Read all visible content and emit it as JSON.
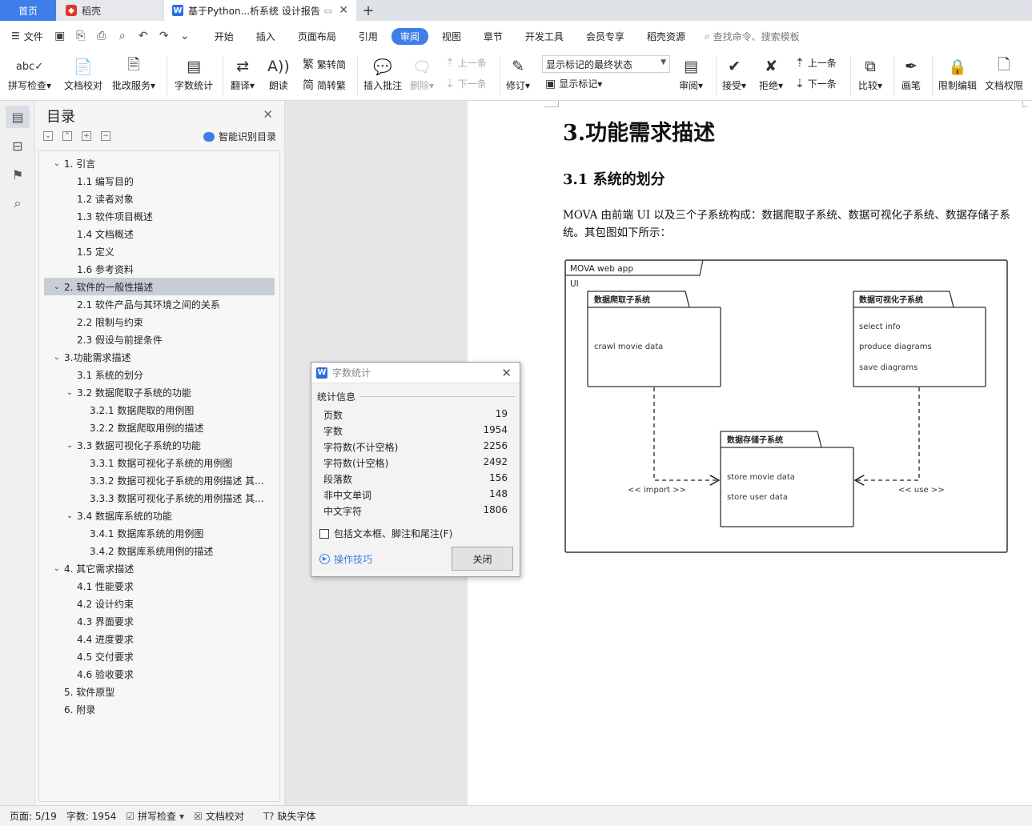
{
  "tabs": {
    "home": "首页",
    "dk": "稻壳",
    "doc": "基于Python...析系统 设计报告",
    "new": "+"
  },
  "menu": {
    "file": "文件",
    "items": [
      "开始",
      "插入",
      "页面布局",
      "引用",
      "审阅",
      "视图",
      "章节",
      "开发工具",
      "会员专享",
      "稻壳资源"
    ],
    "active": "审阅",
    "search": "查找命令、搜索模板"
  },
  "ribbon": {
    "spell": "拼写检查",
    "proof": "文档校对",
    "batch": "批改服务",
    "count": "字数统计",
    "translate": "翻译",
    "read": "朗读",
    "to_trad": "繁转简",
    "to_simp": "简转繁",
    "insert_comment": "插入批注",
    "delete": "删除",
    "prev_comment": "上一条",
    "next_comment": "下一条",
    "revise": "修订",
    "markup_state": "显示标记的最终状态",
    "show_markup": "显示标记",
    "review": "审阅",
    "accept": "接受",
    "reject": "拒绝",
    "prev_change": "上一条",
    "next_change": "下一条",
    "compare": "比较",
    "pen": "画笔",
    "restrict": "限制编辑",
    "permission": "文档权限"
  },
  "toc": {
    "title": "目录",
    "smart": "智能识别目录",
    "items": [
      {
        "text": "1.  引言",
        "level": 1,
        "arrow": "down"
      },
      {
        "text": "1.1  编写目的",
        "level": 2
      },
      {
        "text": "1.2  读者对象",
        "level": 2
      },
      {
        "text": "1.3  软件项目概述",
        "level": 2
      },
      {
        "text": "1.4  文档概述",
        "level": 2
      },
      {
        "text": "1.5  定义",
        "level": 2
      },
      {
        "text": "1.6  参考资料",
        "level": 2
      },
      {
        "text": "2.  软件的一般性描述",
        "level": 1,
        "arrow": "down",
        "selected": true
      },
      {
        "text": "2.1 软件产品与其环境之间的关系",
        "level": 2
      },
      {
        "text": "2.2 限制与约束",
        "level": 2
      },
      {
        "text": "2.3 假设与前提条件",
        "level": 2
      },
      {
        "text": "3.功能需求描述",
        "level": 1,
        "arrow": "down"
      },
      {
        "text": "3.1 系统的划分",
        "level": 2
      },
      {
        "text": "3.2  数据爬取子系统的功能",
        "level": 2,
        "arrow": "down"
      },
      {
        "text": "3.2.1  数据爬取的用例图",
        "level": 3
      },
      {
        "text": "3.2.2  数据爬取用例的描述",
        "level": 3
      },
      {
        "text": "3.3  数据可视化子系统的功能",
        "level": 2,
        "arrow": "down"
      },
      {
        "text": "3.3.1  数据可视化子系统的用例图",
        "level": 3
      },
      {
        "text": "3.3.2  数据可视化子系统的用例描述  其...",
        "level": 3
      },
      {
        "text": "3.3.3  数据可视化子系统的用例描述  其...",
        "level": 3
      },
      {
        "text": "3.4 数据库系统的功能",
        "level": 2,
        "arrow": "down"
      },
      {
        "text": "3.4.1  数据库系统的用例图",
        "level": 3
      },
      {
        "text": "3.4.2  数据库系统用例的描述",
        "level": 3
      },
      {
        "text": "4.  其它需求描述",
        "level": 1,
        "arrow": "down"
      },
      {
        "text": "4.1  性能要求",
        "level": 2
      },
      {
        "text": "4.2  设计约束",
        "level": 2
      },
      {
        "text": "4.3  界面要求",
        "level": 2
      },
      {
        "text": "4.4  进度要求",
        "level": 2
      },
      {
        "text": "4.5  交付要求",
        "level": 2
      },
      {
        "text": "4.6  验收要求",
        "level": 2
      },
      {
        "text": "5.  软件原型",
        "level": 1
      },
      {
        "text": "6.  附录",
        "level": 1
      }
    ]
  },
  "document": {
    "heading1": "3.功能需求描述",
    "heading2": "3.1 系统的划分",
    "paragraph": "MOVA 由前端 UI 以及三个子系统构成：数据爬取子系统、数据可视化子系统、数据存储子系统。其包图如下所示：",
    "diagram": {
      "frame_title": "MOVA web app",
      "frame_sub": "UI",
      "pkg_crawl": "数据爬取子系统",
      "crawl_items": [
        "crawl movie data"
      ],
      "pkg_vis": "数据可视化子系统",
      "vis_items": [
        "select info",
        "produce diagrams",
        "save diagrams"
      ],
      "pkg_store": "数据存储子系统",
      "store_items": [
        "store movie data",
        "store user data"
      ],
      "import_label": "<< import >>",
      "use_label": "<< use >>"
    }
  },
  "dialog": {
    "title": "字数统计",
    "section": "统计信息",
    "rows": [
      {
        "label": "页数",
        "value": "19"
      },
      {
        "label": "字数",
        "value": "1954"
      },
      {
        "label": "字符数(不计空格)",
        "value": "2256"
      },
      {
        "label": "字符数(计空格)",
        "value": "2492"
      },
      {
        "label": "段落数",
        "value": "156"
      },
      {
        "label": "非中文单词",
        "value": "148"
      },
      {
        "label": "中文字符",
        "value": "1806"
      }
    ],
    "checkbox": "包括文本框、脚注和尾注(F)",
    "tips": "操作技巧",
    "close": "关闭"
  },
  "status": {
    "page": "页面: 5/19",
    "words": "字数: 1954",
    "spell": "拼写检查",
    "proof": "文档校对",
    "missing_font": "缺失字体"
  }
}
